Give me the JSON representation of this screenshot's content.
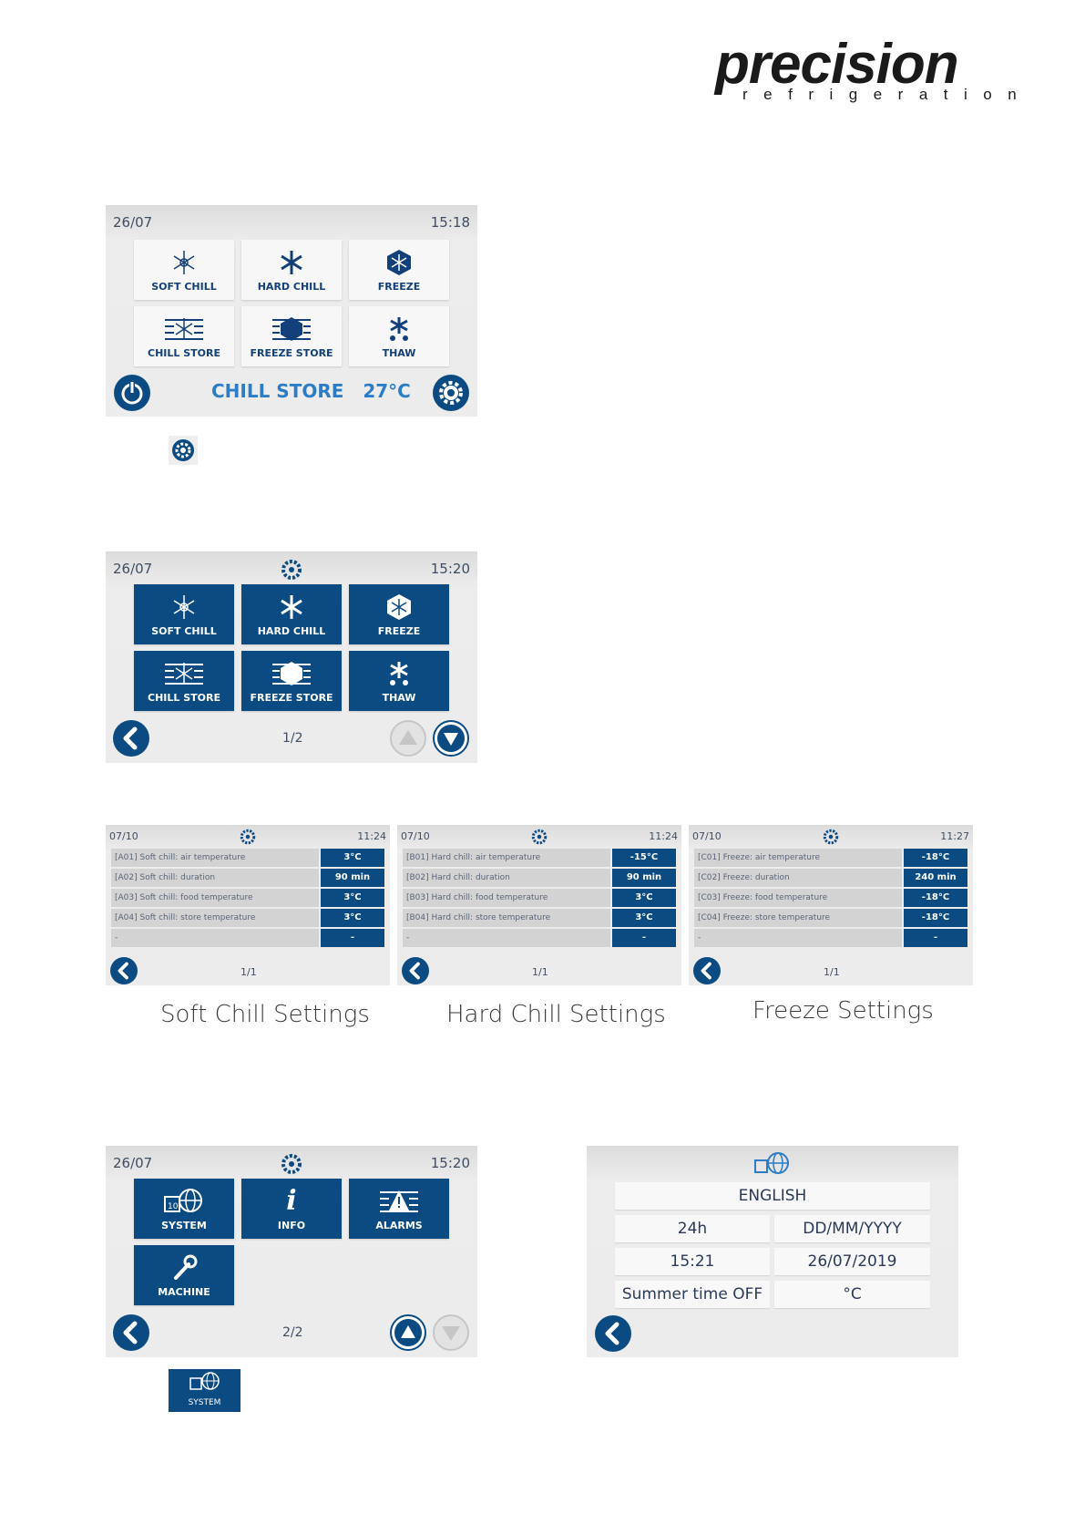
{
  "logo": {
    "word": "precision",
    "sub": "refrigeration"
  },
  "screen1": {
    "date": "26/07",
    "time": "15:18",
    "tiles": [
      "SOFT CHILL",
      "HARD CHILL",
      "FREEZE",
      "CHILL STORE",
      "FREEZE STORE",
      "THAW"
    ],
    "status_mode": "CHILL STORE",
    "status_temp": "27°C"
  },
  "screen2": {
    "date": "26/07",
    "time": "15:20",
    "tiles": [
      "SOFT CHILL",
      "HARD CHILL",
      "FREEZE",
      "CHILL STORE",
      "FREEZE STORE",
      "THAW"
    ],
    "page": "1/2"
  },
  "soft": {
    "date": "07/10",
    "time": "11:24",
    "page": "1/1",
    "caption": "Soft Chill Settings",
    "rows": [
      {
        "label": "[A01] Soft chill: air temperature",
        "value": "3°C"
      },
      {
        "label": "[A02] Soft chill: duration",
        "value": "90 min"
      },
      {
        "label": "[A03] Soft chill: food temperature",
        "value": "3°C"
      },
      {
        "label": "[A04] Soft chill: store temperature",
        "value": "3°C"
      },
      {
        "label": "-",
        "value": "-"
      }
    ]
  },
  "hard": {
    "date": "07/10",
    "time": "11:24",
    "page": "1/1",
    "caption": "Hard Chill Settings",
    "rows": [
      {
        "label": "[B01] Hard chill: air temperature",
        "value": "-15°C"
      },
      {
        "label": "[B02] Hard chill: duration",
        "value": "90 min"
      },
      {
        "label": "[B03] Hard chill: food temperature",
        "value": "3°C"
      },
      {
        "label": "[B04] Hard chill: store temperature",
        "value": "3°C"
      },
      {
        "label": "-",
        "value": "-"
      }
    ]
  },
  "freeze": {
    "date": "07/10",
    "time": "11:27",
    "page": "1/1",
    "caption": "Freeze Settings",
    "rows": [
      {
        "label": "[C01] Freeze: air temperature",
        "value": "-18°C"
      },
      {
        "label": "[C02] Freeze: duration",
        "value": "240 min"
      },
      {
        "label": "[C03] Freeze: food temperature",
        "value": "-18°C"
      },
      {
        "label": "[C04] Freeze: store temperature",
        "value": "-18°C"
      },
      {
        "label": "-",
        "value": "-"
      }
    ]
  },
  "screen3": {
    "date": "26/07",
    "time": "15:20",
    "tiles": [
      "SYSTEM",
      "INFO",
      "ALARMS",
      "MACHINE"
    ],
    "page": "2/2",
    "system_button": "SYSTEM"
  },
  "system": {
    "language": "ENGLISH",
    "hour_format": "24h",
    "date_format": "DD/MM/YYYY",
    "time": "15:21",
    "date": "26/07/2019",
    "summer_time": "Summer time OFF",
    "unit": "°C"
  }
}
